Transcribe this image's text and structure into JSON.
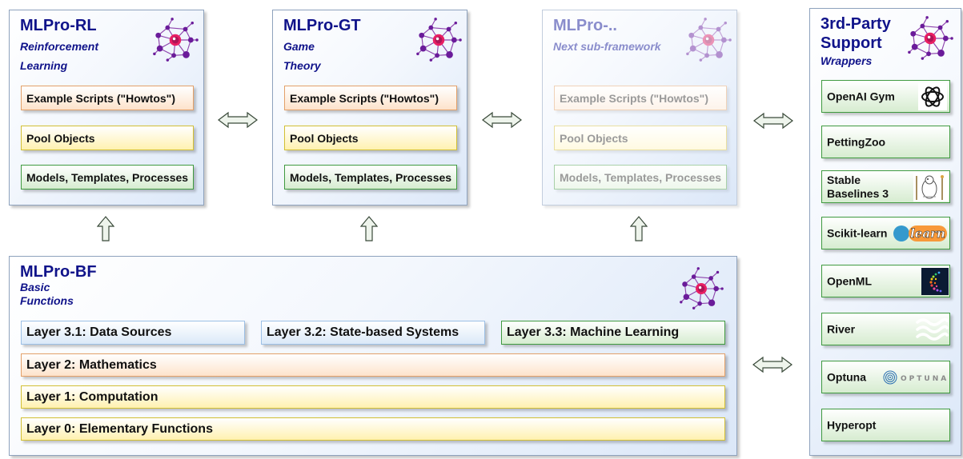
{
  "rl": {
    "title": "MLPro-RL",
    "subtitle_line1": "Reinforcement",
    "subtitle_line2": "Learning",
    "boxes": [
      "Example Scripts (\"Howtos\")",
      "Pool Objects",
      "Models, Templates, Processes"
    ]
  },
  "gt": {
    "title": "MLPro-GT",
    "subtitle_line1": "Game",
    "subtitle_line2": "Theory",
    "boxes": [
      "Example Scripts (\"Howtos\")",
      "Pool Objects",
      "Models, Templates, Processes"
    ]
  },
  "next": {
    "title": "MLPro-..",
    "subtitle": "Next sub-framework",
    "boxes": [
      "Example Scripts (\"Howtos\")",
      "Pool Objects",
      "Models, Templates, Processes"
    ]
  },
  "third_party": {
    "title_line1": "3rd-Party",
    "title_line2": "Support",
    "subtitle": "Wrappers",
    "items": [
      {
        "line1": "OpenAI Gym",
        "line2": "",
        "icon": "openai-icon"
      },
      {
        "line1": "PettingZoo",
        "line2": "",
        "icon": ""
      },
      {
        "line1": "Stable",
        "line2": "Baselines 3",
        "icon": "stable-baselines-icon"
      },
      {
        "line1": "Scikit-learn",
        "line2": "",
        "icon": "scikit-learn-logo"
      },
      {
        "line1": "OpenML",
        "line2": "",
        "icon": "openml-logo"
      },
      {
        "line1": "River",
        "line2": "",
        "icon": "river-wave-icon"
      },
      {
        "line1": "Optuna",
        "line2": "",
        "icon": "optuna-logo"
      },
      {
        "line1": "Hyperopt",
        "line2": "",
        "icon": ""
      }
    ],
    "sklearn_logo_text": "learn",
    "optuna_logo_text": "OPTUNA"
  },
  "bf": {
    "title": "MLPro-BF",
    "subtitle_line1": "Basic",
    "subtitle_line2": "Functions",
    "layer_3_1": "Layer 3.1: Data Sources",
    "layer_3_2": "Layer 3.2: State-based Systems",
    "layer_3_3": "Layer 3.3: Machine Learning",
    "layer_2": "Layer 2: Mathematics",
    "layer_1": "Layer 1: Computation",
    "layer_0": "Layer 0: Elementary Functions"
  },
  "colors": {
    "title": "#10138a",
    "orange_border": "#e3a068",
    "yellow_border": "#d2bf33",
    "green_border": "#3f9a3f",
    "blue_border": "#9cc0e6",
    "logo_purple": "#6a1b9a",
    "logo_pink": "#e91e63"
  }
}
